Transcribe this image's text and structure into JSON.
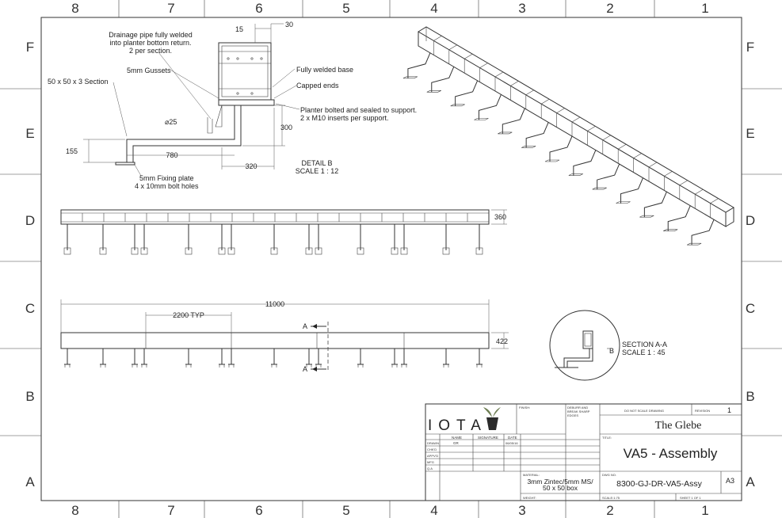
{
  "zones": {
    "columns": [
      "8",
      "7",
      "6",
      "5",
      "4",
      "3",
      "2",
      "1"
    ],
    "rows": [
      "F",
      "E",
      "D",
      "C",
      "B",
      "A"
    ]
  },
  "detail_b": {
    "title": "DETAIL B",
    "scale": "SCALE 1 : 12",
    "dim_15": "15",
    "dim_30": "30",
    "dim_dia": "⌀25",
    "dim_300": "300",
    "dim_155": "155",
    "dim_780": "780",
    "dim_320": "320",
    "callouts": {
      "drainage_1": "Drainage pipe fully welded",
      "drainage_2": "into planter bottom return.",
      "drainage_3": "2 per section.",
      "gussets": "5mm Gussets",
      "section": "50 x 50 x 3 Section",
      "welded_base": "Fully welded base",
      "capped_ends": "Capped ends",
      "bolted_1": "Planter bolted and sealed to support.",
      "bolted_2": "2 x M10 inserts per support.",
      "fixing_1": "5mm Fixing plate",
      "fixing_2": "4 x 10mm bolt holes"
    }
  },
  "elevations": {
    "top_height": "360",
    "overall_length": "11000",
    "typical_module": "2200 TYP",
    "front_height": "422",
    "section_marker": "A"
  },
  "section_aa": {
    "title": "SECTION A-A",
    "scale": "SCALE 1 : 45",
    "marker": "B"
  },
  "title_block": {
    "logo": "IOTA",
    "finish_label": "FINISH:",
    "deburr_1": "DEBURR AND",
    "deburr_2": "BREAK SHARP",
    "deburr_3": "EDGES",
    "do_not_scale": "DO NOT SCALE DRAWING",
    "revision_label": "REVISION",
    "revision": "1",
    "project": "The Glebe",
    "col_name": "NAME",
    "col_signature": "SIGNATURE",
    "col_date": "DATE",
    "row_drawn": "DRAWN",
    "row_chkd": "CHK'D",
    "row_appvd": "APPV'D",
    "row_mfg": "MFG",
    "row_qa": "Q.A",
    "drawn_name": "GR",
    "drawn_date": "06/05/16",
    "title_label": "TITLE:",
    "title": "VA5 - Assembly",
    "material_label": "MATERIAL:",
    "material_1": "3mm Zintec/5mm MS/",
    "material_2": "50 x 50 box",
    "dwg_label": "DWG NO.",
    "dwg_no": "8300-GJ-DR-VA5-Assy",
    "size": "A3",
    "weight_label": "WEIGHT:",
    "scale": "SCALE:1:75",
    "sheet": "SHEET 1 OF 1"
  }
}
